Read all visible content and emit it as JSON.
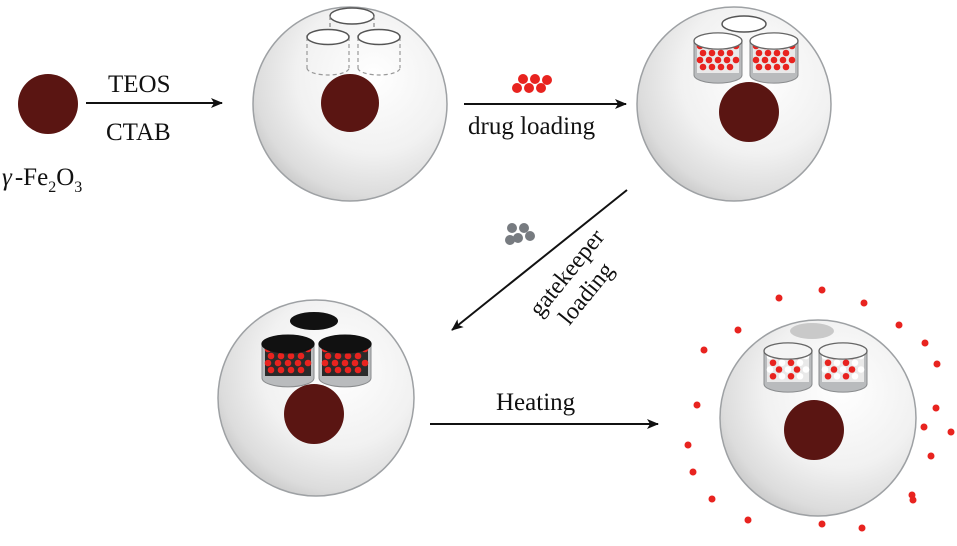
{
  "labels": {
    "teos": "TEOS",
    "ctab": "CTAB",
    "gamma": "γ",
    "fe_formula_main": "-Fe",
    "fe_sub_2": "2",
    "fe_o": "O",
    "fe_sub_3": "3",
    "drug_loading": "drug loading",
    "gatekeeper_line1": "gatekeeper",
    "gatekeeper_line2": "loading",
    "heating": "Heating"
  },
  "colors": {
    "core": "#5a1512",
    "drug": "#e8231f",
    "gatekeeper_particle": "#777b80",
    "cap": "#111111",
    "sphere_edge": "#9ea1a4"
  }
}
